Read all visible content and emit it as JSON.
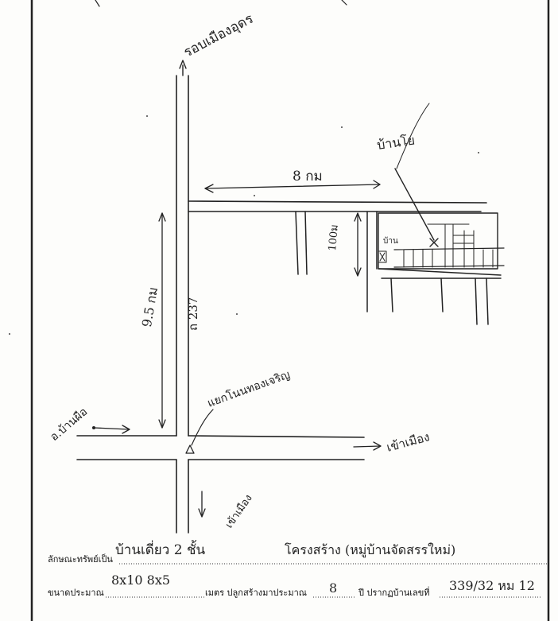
{
  "map": {
    "labels": {
      "north_road": "รอบเมืองอุดร",
      "top_distance": "8 กม",
      "target_house": "บ้านโย",
      "side_distance": "100ม",
      "small_label": "บ้าน",
      "vertical_distance": "9.5 กม",
      "road_number": "ถ 237",
      "west_road": "อ.บ้านผือ",
      "landmark": "แยกโนนทองเจริญ",
      "east_road": "เข้าเมือง",
      "south_road": "เข้าเมือง"
    }
  },
  "form": {
    "row1": {
      "label": "ลักษณะทรัพย์เป็น",
      "handwritten_1": "บ้านเดี่ยว 2 ชั้น",
      "handwritten_2": "โครงสร้าง (หมู่บ้านจัดสรรใหม่)"
    },
    "row2": {
      "label_size": "ขนาดประมาณ",
      "size_value": "8x10  8x5",
      "label_meters": "เมตร ปลูกสร้างมาประมาณ",
      "years_value": "8",
      "label_years": "ปี ปรากฏบ้านเลขที่",
      "house_no_value": "339/32 หม 12"
    }
  }
}
